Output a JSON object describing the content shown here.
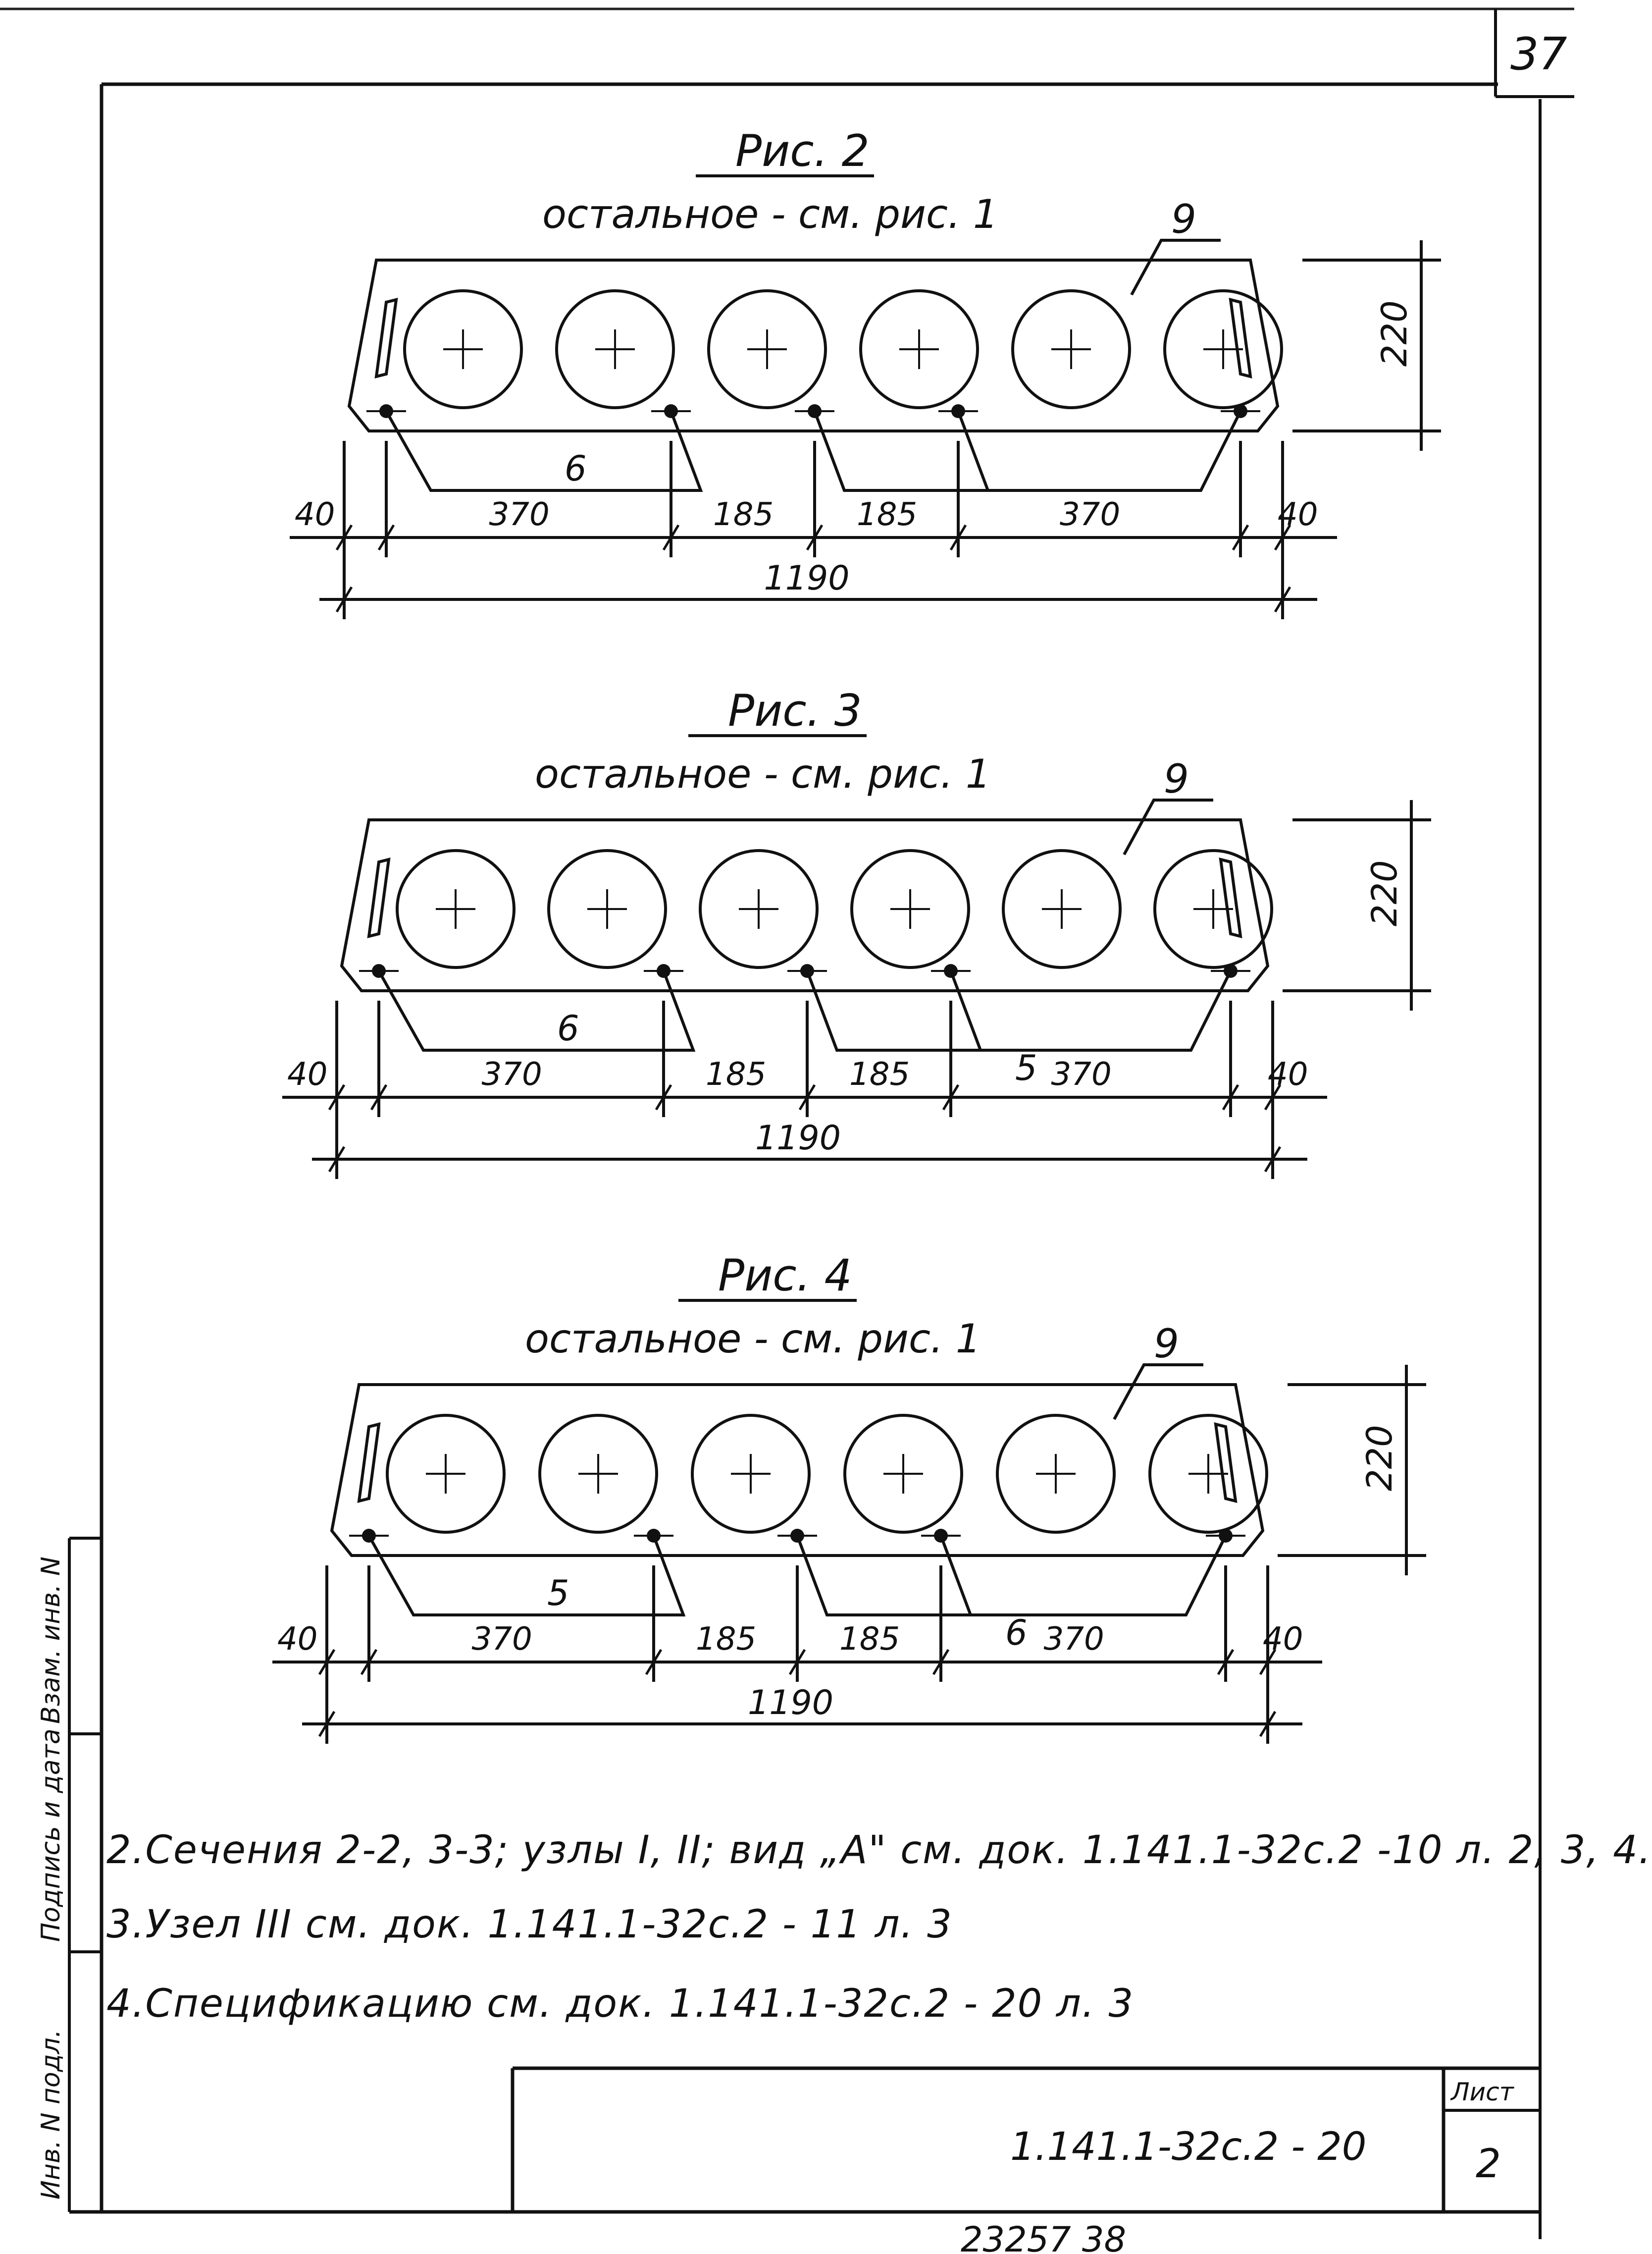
{
  "sheet_number_corner": "37",
  "figures": [
    {
      "title": "Рис. 2",
      "subtitle": "остальное - см. рис. 1",
      "callout_top": "9",
      "callout_left": "6",
      "callout_right": "",
      "height_dim": "220",
      "dims": [
        "40",
        "370",
        "185",
        "185",
        "370",
        "40"
      ],
      "total": "1190"
    },
    {
      "title": "Рис. 3",
      "subtitle": "остальное - см. рис. 1",
      "callout_top": "9",
      "callout_left": "6",
      "callout_right": "5",
      "height_dim": "220",
      "dims": [
        "40",
        "370",
        "185",
        "185",
        "370",
        "40"
      ],
      "total": "1190"
    },
    {
      "title": "Рис. 4",
      "subtitle": "остальное - см. рис. 1",
      "callout_top": "9",
      "callout_left": "5",
      "callout_right": "6",
      "height_dim": "220",
      "dims": [
        "40",
        "370",
        "185",
        "185",
        "370",
        "40"
      ],
      "total": "1190"
    }
  ],
  "notes": [
    "2.Сечения 2-2, 3-3; узлы I, II; вид „А\" см. док. 1.141.1-32с.2 -10 л. 2, 3, 4.",
    "3.Узел III см. док. 1.141.1-32с.2 - 11 л. 3",
    "4.Спецификацию см. док. 1.141.1-32с.2 - 20 л. 3"
  ],
  "side_stamp": {
    "vzam": "Взам. инв. N",
    "podpis": "Подпись и дата",
    "inv": "Инв. N подл."
  },
  "title_block": {
    "doc_code": "1.141.1-32с.2 - 20",
    "list_label": "Лист",
    "list_number": "2"
  },
  "bottom_numbers": "23257  38"
}
